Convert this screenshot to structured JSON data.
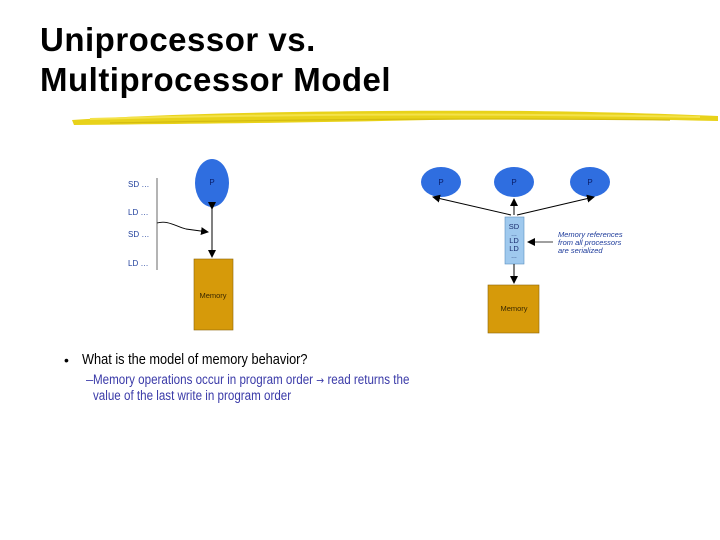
{
  "slide": {
    "title_line1": "Uniprocessor vs.",
    "title_line2": "Multiprocessor Model",
    "colors": {
      "underline": "#e8d21a",
      "processor": "#2f6ee0",
      "memory": "#d69a0a",
      "queue": "#9fc9ee",
      "note": "#1c3a9a"
    }
  },
  "uniprocessor": {
    "ops": [
      "SD …",
      "LD …",
      "SD …",
      "LD …"
    ],
    "processor_label": "P",
    "memory_label": "Memory"
  },
  "multiprocessor": {
    "processors": [
      "P",
      "P",
      "P"
    ],
    "queue": [
      "SD",
      "…",
      "LD",
      "LD",
      "…"
    ],
    "memory_label": "Memory",
    "note_lines": [
      "Memory references",
      "from all processors",
      "are serialized"
    ]
  },
  "bullets": {
    "main": "What is the model of memory behavior?",
    "sub_line1_a": "Memory operations occur in program order",
    "sub_arrow": "→",
    "sub_line1_b": "read returns the",
    "sub_line2": "value of the last write in program order"
  }
}
